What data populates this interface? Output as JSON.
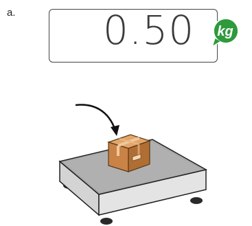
{
  "figure": {
    "panel_label": "a.",
    "display": {
      "reading": "0.50",
      "unit": "kg"
    },
    "colors": {
      "badge": "#2f9a3c",
      "platform_top": "#a8a8a8",
      "box": "#c98346",
      "foot": "#2a2a2a"
    },
    "icons": [
      "arrow-icon",
      "parcel-box-icon",
      "weighing-scale-icon",
      "speech-badge-icon"
    ]
  }
}
